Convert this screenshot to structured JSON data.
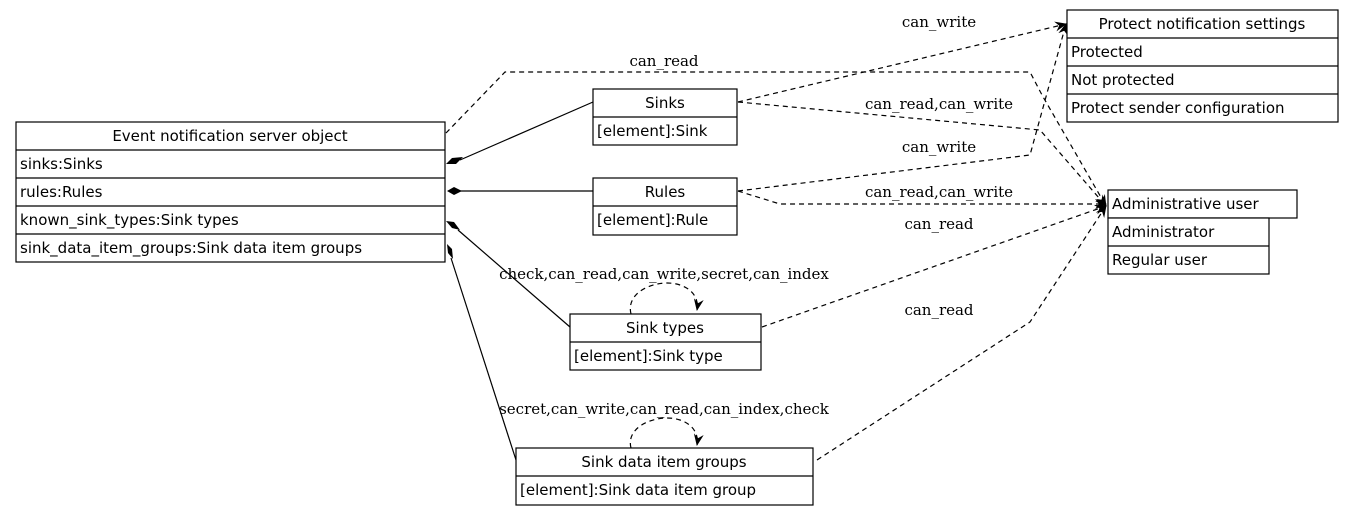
{
  "nodes": {
    "event_server": {
      "title": "Event notification server object",
      "rows": [
        "sinks:Sinks",
        "rules:Rules",
        "known_sink_types:Sink types",
        "sink_data_item_groups:Sink data item groups"
      ]
    },
    "sinks": {
      "title": "Sinks",
      "rows": [
        "[element]:Sink"
      ]
    },
    "rules": {
      "title": "Rules",
      "rows": [
        "[element]:Rule"
      ]
    },
    "sink_types": {
      "title": "Sink types",
      "rows": [
        "[element]:Sink type"
      ]
    },
    "sink_data_item_groups": {
      "title": "Sink data item groups",
      "rows": [
        "[element]:Sink data item group"
      ]
    },
    "protect_settings": {
      "title": "Protect notification settings",
      "rows": [
        "Protected",
        "Not protected",
        "Protect sender configuration"
      ]
    },
    "admin_user": {
      "title": "Administrative user",
      "rows": [
        "Administrator",
        "Regular user"
      ]
    }
  },
  "edge_labels": {
    "server_to_admin": "can_read",
    "sinks_to_protect": "can_write",
    "sinks_to_admin": "can_read,can_write",
    "rules_to_protect": "can_write",
    "rules_to_admin": "can_read,can_write",
    "sink_types_to_admin": "can_read",
    "sink_types_self": "check,can_read,can_write,secret,can_index",
    "groups_to_admin": "can_read",
    "groups_self": "secret,can_write,can_read,can_index,check"
  }
}
